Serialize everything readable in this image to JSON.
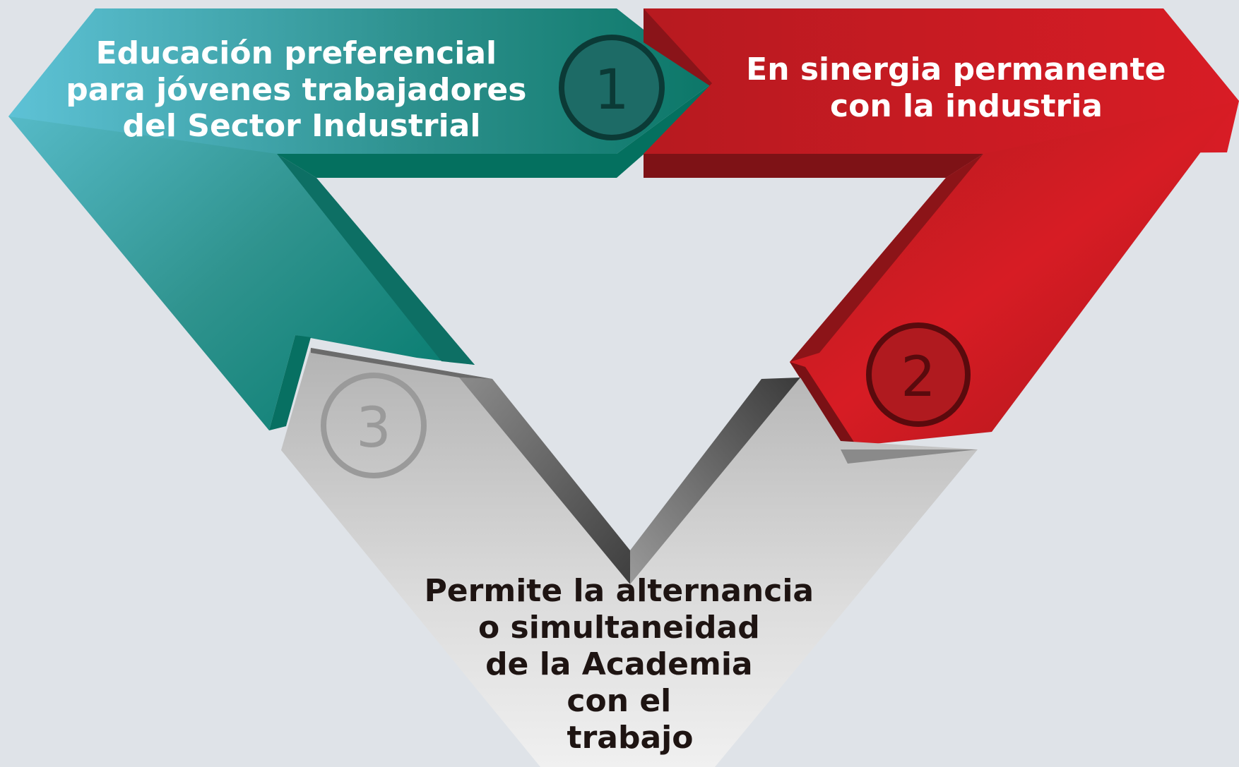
{
  "colors": {
    "background": "#dfe3e8",
    "teal": "#1f8a84",
    "red": "#c51c22",
    "grey": "#cfcfcf"
  },
  "steps": [
    {
      "number": "1",
      "lines": [
        "Educación preferencial",
        "para jóvenes trabajadores",
        "del Sector Industrial"
      ]
    },
    {
      "number": "2",
      "lines": [
        "En sinergia permanente",
        "con la industria"
      ]
    },
    {
      "number": "3",
      "lines": [
        "Permite la alternancia",
        "o simultaneidad",
        "de la Academia",
        "con el",
        "trabajo"
      ]
    }
  ]
}
